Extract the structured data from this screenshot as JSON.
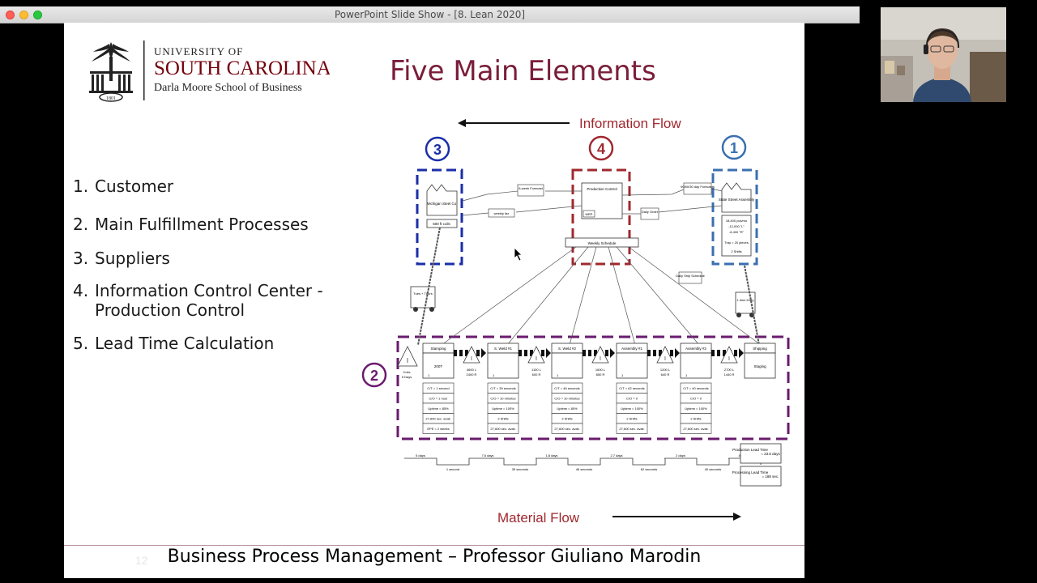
{
  "window": {
    "title": "PowerPoint Slide Show - [8. Lean 2020]"
  },
  "logo": {
    "line1": "UNIVERSITY OF",
    "line2": "SOUTH CAROLINA",
    "line3": "Darla Moore School of Business",
    "seal_year": "1801"
  },
  "slide": {
    "title": "Five Main Elements",
    "items": [
      {
        "num": "1.",
        "text": "Customer"
      },
      {
        "num": "2.",
        "text": "Main Fulfillment Processes"
      },
      {
        "num": "3.",
        "text": "Suppliers"
      },
      {
        "num": "4.",
        "text": "Information Control Center -"
      },
      {
        "num": "",
        "text": "Production Control"
      },
      {
        "num": "5.",
        "text": "Lead Time Calculation"
      }
    ],
    "page_number": "12",
    "footer": "Business Process Management – Professor Giuliano Marodin"
  },
  "diagram": {
    "info_flow": "Information Flow",
    "material_flow": "Material Flow",
    "markers": [
      "1",
      "2",
      "3",
      "4"
    ],
    "supplier": "Michigan Steel Co",
    "supplier_data": "500 ft coils",
    "customer": "State Street Assembly",
    "customer_data": [
      "18,400 pcs/mo",
      "-12,000 \"L\"",
      "-6,400 \"R\"",
      "Tray = 20 pieces",
      "2 Shifts"
    ],
    "control": "Production Control",
    "mrp": "MRP",
    "forecast_left": "6-week Forecast",
    "forecast_right": "90/60/30 day Forecasts",
    "weekly_fax": "weekly fax",
    "daily_order": "Daily Order",
    "weekly_schedule": "Weekly Schedule",
    "daily_ship": "Daily Ship Schedule",
    "truck_left": "Tues + Thurs",
    "truck_right": "1 time Daily",
    "coils": [
      "Coils",
      "5 Days"
    ],
    "processes": [
      {
        "name": "Stamping",
        "sub": "200T",
        "op": "1",
        "data": [
          "C/T = 1 second",
          "C/O = 1 hour",
          "Uptime = 85%",
          "27,600 sec. avail.",
          "EPE = 2 weeks"
        ]
      },
      {
        "name": "S. Weld #1",
        "sub": "",
        "op": "1",
        "data": [
          "C/T = 39 seconds",
          "C/O = 10 minutes",
          "Uptime = 100%",
          "2 Shifts",
          "27,600 sec. avail."
        ]
      },
      {
        "name": "S. Weld #2",
        "sub": "",
        "op": "1",
        "data": [
          "C/T = 46 seconds",
          "C/O = 10 minutes",
          "Uptime = 80%",
          "2 Shifts",
          "27,600 sec. avail."
        ]
      },
      {
        "name": "Assembly #1",
        "sub": "",
        "op": "1",
        "data": [
          "C/T = 62 seconds",
          "C/O = 0",
          "Uptime = 100%",
          "2 Shifts",
          "27,600 sec. avail."
        ]
      },
      {
        "name": "Assembly #2",
        "sub": "",
        "op": "1",
        "data": [
          "C/T = 40 seconds",
          "C/O = 0",
          "Uptime = 100%",
          "2 Shifts",
          "27,600 sec. avail."
        ]
      },
      {
        "name": "Shipping",
        "sub": "Staging",
        "op": "",
        "data": []
      }
    ],
    "inventories": [
      {
        "l": "4600 L",
        "r": "2400 R"
      },
      {
        "l": "1100 L",
        "r": "600 R"
      },
      {
        "l": "1600 L",
        "r": "850 R"
      },
      {
        "l": "1200 L",
        "r": "640 R"
      },
      {
        "l": "2700 L",
        "r": "1440 R"
      }
    ],
    "timeline_days": [
      "5 days",
      "7.6 days",
      "1.8 days",
      "2.7 days",
      "2 days",
      "4.5 days"
    ],
    "timeline_secs": [
      "1 second",
      "39 seconds",
      "46 seconds",
      "62 seconds",
      "40 seconds"
    ],
    "lead_time": {
      "label": "Production Lead Time",
      "value": "= 23.6 days"
    },
    "proc_time": {
      "label": "Processing Lead Time",
      "value": "= 188 sec."
    }
  },
  "colors": {
    "title": "#7a1e3a",
    "marker1": "#3a6fb0",
    "marker2": "#6a1b6e",
    "marker3": "#1a2ea8",
    "marker4": "#a0282e"
  }
}
